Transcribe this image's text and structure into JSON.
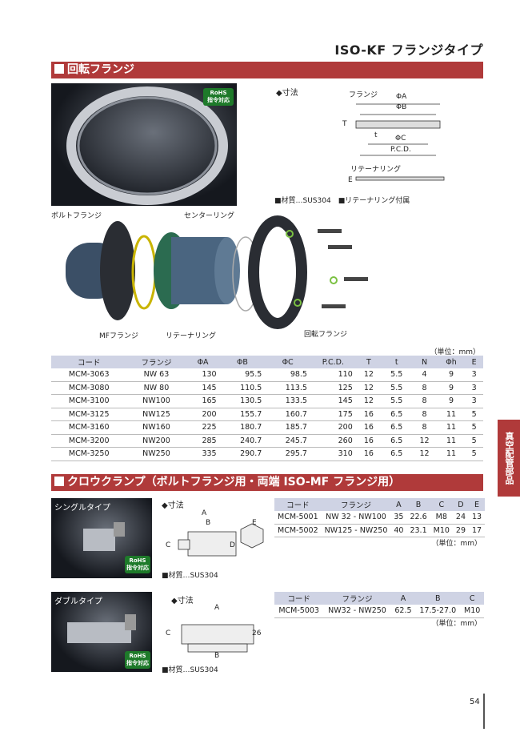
{
  "page_title": "ISO-KF フランジタイプ",
  "section1": {
    "title": "回転フランジ"
  },
  "rohs": {
    "line1": "RoHS",
    "line2": "指令対応"
  },
  "dimensions_label": "◆寸法",
  "flange_diagram": {
    "flange": "フランジ",
    "phiA": "ΦA",
    "phiB": "ΦB",
    "phiC": "ΦC",
    "pcd": "P.C.D.",
    "T": "T",
    "t": "t",
    "retainer": "リテーナリング",
    "E": "E"
  },
  "material_note1": "■材質…SUS304　■リテーナリング付属",
  "assembly_labels": {
    "bolt_flange": "ボルトフランジ",
    "center_ring": "センターリング",
    "mf_flange": "MFフランジ",
    "retainer_ring": "リテーナリング",
    "rotating_flange": "回転フランジ"
  },
  "unit_note": "（単位：mm）",
  "table1": {
    "headers": [
      "コード",
      "フランジ",
      "ΦA",
      "ΦB",
      "ΦC",
      "P.C.D.",
      "T",
      "t",
      "N",
      "Φh",
      "E"
    ],
    "rows": [
      [
        "MCM-3063",
        "NW  63",
        "130",
        "95.5",
        "98.5",
        "110",
        "12",
        "5.5",
        "4",
        "9",
        "3"
      ],
      [
        "MCM-3080",
        "NW  80",
        "145",
        "110.5",
        "113.5",
        "125",
        "12",
        "5.5",
        "8",
        "9",
        "3"
      ],
      [
        "MCM-3100",
        "NW100",
        "165",
        "130.5",
        "133.5",
        "145",
        "12",
        "5.5",
        "8",
        "9",
        "3"
      ],
      [
        "MCM-3125",
        "NW125",
        "200",
        "155.7",
        "160.7",
        "175",
        "16",
        "6.5",
        "8",
        "11",
        "5"
      ],
      [
        "MCM-3160",
        "NW160",
        "225",
        "180.7",
        "185.7",
        "200",
        "16",
        "6.5",
        "8",
        "11",
        "5"
      ],
      [
        "MCM-3200",
        "NW200",
        "285",
        "240.7",
        "245.7",
        "260",
        "16",
        "6.5",
        "12",
        "11",
        "5"
      ],
      [
        "MCM-3250",
        "NW250",
        "335",
        "290.7",
        "295.7",
        "310",
        "16",
        "6.5",
        "12",
        "11",
        "5"
      ]
    ]
  },
  "section2": {
    "title": "クロウクランプ（ボルトフランジ用・両端 ISO-MF フランジ用）"
  },
  "single_type": "シングルタイプ",
  "double_type": "ダブルタイプ",
  "material_note2": "■材質…SUS304",
  "clamp_dims": {
    "A": "A",
    "B": "B",
    "C": "C",
    "D": "D",
    "E": "E",
    "n26": "26"
  },
  "table2": {
    "headers": [
      "コード",
      "フランジ",
      "A",
      "B",
      "C",
      "D",
      "E"
    ],
    "rows": [
      [
        "MCM-5001",
        "NW 32 - NW100",
        "35",
        "22.6",
        "M8",
        "24",
        "13"
      ],
      [
        "MCM-5002",
        "NW125 - NW250",
        "40",
        "23.1",
        "M10",
        "29",
        "17"
      ]
    ]
  },
  "table3": {
    "headers": [
      "コード",
      "フランジ",
      "A",
      "B",
      "C"
    ],
    "rows": [
      [
        "MCM-5003",
        "NW32 - NW250",
        "62.5",
        "17.5-27.0",
        "M10"
      ]
    ]
  },
  "side_tab": "真空配管部品",
  "page_number": "54"
}
